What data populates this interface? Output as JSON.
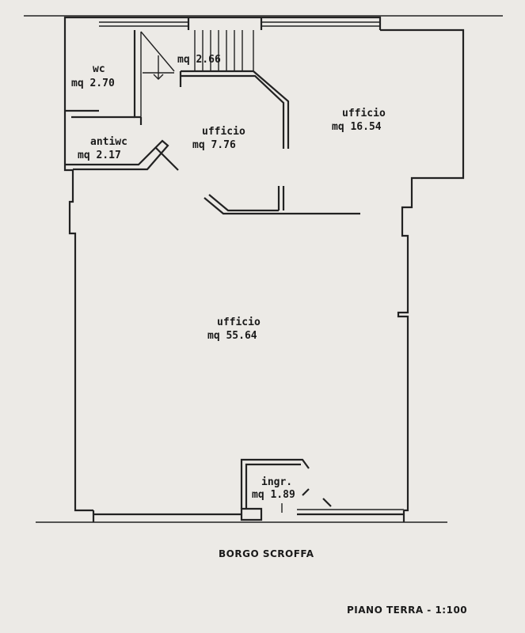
{
  "street_name": "BORGO SCROFFA",
  "floor_scale": "PIANO TERRA - 1:100",
  "rooms": [
    {
      "id": "wc",
      "name": "wc",
      "area": "mq 2.70"
    },
    {
      "id": "stair",
      "name": "",
      "area": "mq 2.66"
    },
    {
      "id": "antiwc",
      "name": "antiwc",
      "area": "mq 2.17"
    },
    {
      "id": "office-small",
      "name": "ufficio",
      "area": "mq 7.76"
    },
    {
      "id": "office-right",
      "name": "ufficio",
      "area": "mq 16.54"
    },
    {
      "id": "office-main",
      "name": "ufficio",
      "area": "mq 55.64"
    },
    {
      "id": "entrance",
      "name": "ingr.",
      "area": "mq 1.89"
    }
  ]
}
